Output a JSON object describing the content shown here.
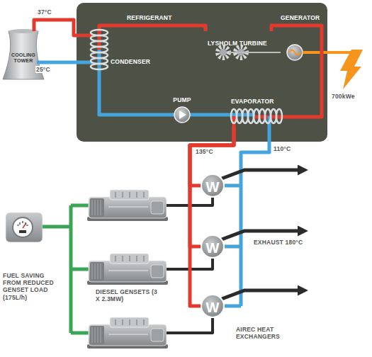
{
  "diagram": {
    "nodes": [
      {
        "text": [
          "COOLING TOWER"
        ]
      },
      {
        "text": [
          "CONDENSER"
        ]
      },
      {
        "text": [
          "LYSHOLM TURBINE"
        ]
      },
      {
        "text": [
          "GENERATOR"
        ]
      },
      {
        "text": [
          "PUMP"
        ]
      },
      {
        "text": [
          "EVAPORATOR"
        ]
      },
      {
        "text": [
          "W"
        ]
      },
      {
        "text": [
          "W"
        ]
      },
      {
        "text": [
          "W"
        ]
      }
    ],
    "edges": [
      {
        "from": 1,
        "to": 0,
        "label": "37°C",
        "arrow": "none"
      },
      {
        "from": 0,
        "to": 1,
        "label": "25°C",
        "arrow": "none"
      },
      {
        "from": 2,
        "to": 1,
        "label": "REFRIGERANT",
        "arrow": "none"
      },
      {
        "from": 5,
        "to": 2,
        "arrow": "none"
      },
      {
        "from": 2,
        "to": 3,
        "arrow": "none"
      },
      {
        "from": 1,
        "to": 4,
        "arrow": "none"
      },
      {
        "from": 4,
        "to": 5,
        "arrow": "none"
      },
      {
        "from": 5,
        "to": 6,
        "arrow": "none"
      },
      {
        "from": 5,
        "to": 7,
        "arrow": "none"
      },
      {
        "from": 5,
        "to": 8,
        "arrow": "none"
      }
    ],
    "labels": [
      "700kWe",
      "135°C",
      "110°C",
      "EXHAUST 180°C",
      "DIESEL GENSETS (3 X 2.3MW)",
      "AIREC HEAT EXCHANGERS",
      "FUEL SAVING FROM REDUCED GENSET LOAD (175L/h)"
    ]
  }
}
